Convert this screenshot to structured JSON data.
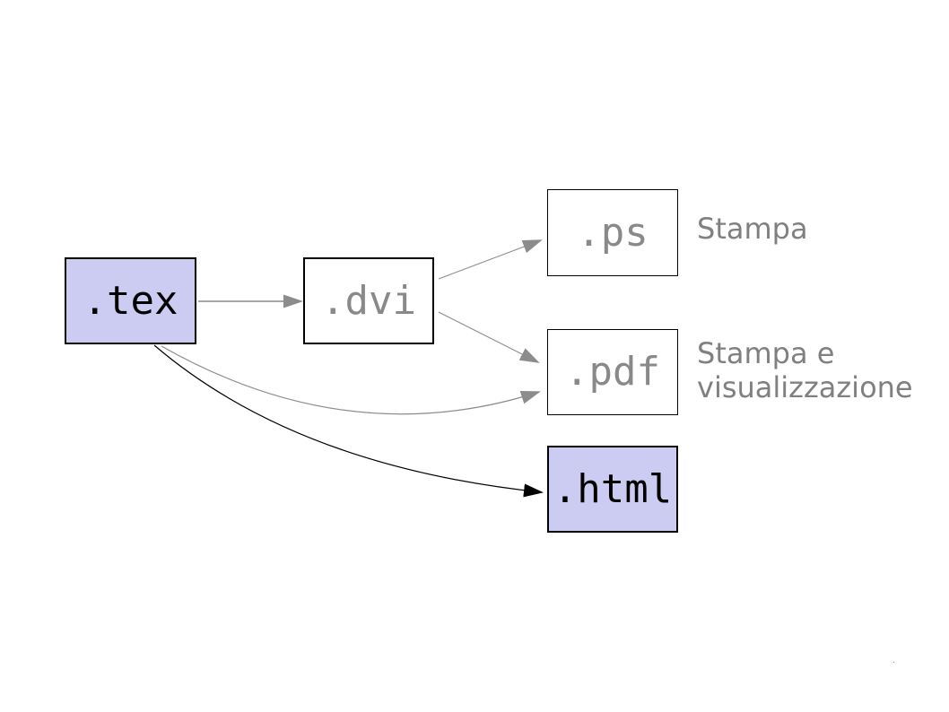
{
  "diagram": {
    "background": "#ffffff",
    "node_fill_highlight": "#ccccf2",
    "node_fill_plain": "#ffffff",
    "annotation_color": "#808080",
    "nodes": [
      {
        "id": "tex",
        "label": ".tex",
        "fill": "#ccccf2",
        "text_color": "#000000"
      },
      {
        "id": "dvi",
        "label": ".dvi",
        "fill": "#ffffff",
        "text_color": "#898989"
      },
      {
        "id": "ps",
        "label": ".ps",
        "fill": "#ffffff",
        "text_color": "#898989"
      },
      {
        "id": "pdf",
        "label": ".pdf",
        "fill": "#ffffff",
        "text_color": "#898989"
      },
      {
        "id": "html",
        "label": ".html",
        "fill": "#ccccf2",
        "text_color": "#000000"
      }
    ],
    "annotations": [
      {
        "for": "ps",
        "lines": [
          "Stampa"
        ]
      },
      {
        "for": "pdf",
        "lines": [
          "Stampa e",
          "visualizzazione"
        ]
      }
    ],
    "edges": [
      {
        "from": "tex",
        "to": "dvi",
        "style": "straight",
        "color": "#8c8c8c"
      },
      {
        "from": "dvi",
        "to": "ps",
        "style": "straight",
        "color": "#8c8c8c"
      },
      {
        "from": "dvi",
        "to": "pdf",
        "style": "straight",
        "color": "#8c8c8c"
      },
      {
        "from": "tex",
        "to": "pdf",
        "style": "curved",
        "color": "#8c8c8c"
      },
      {
        "from": "tex",
        "to": "html",
        "style": "curved",
        "color": "#000000"
      }
    ],
    "corner_mark": "."
  }
}
